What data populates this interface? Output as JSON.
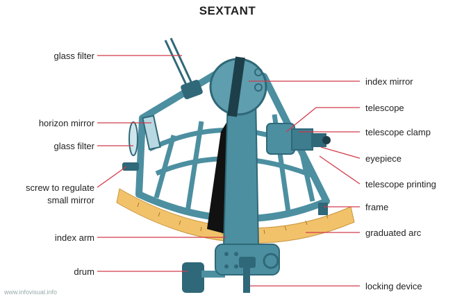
{
  "title": "SEXTANT",
  "labels_left": {
    "glass_filter_top": "glass filter",
    "horizon_mirror": "horizon mirror",
    "glass_filter": "glass filter",
    "screw_line1": "screw to regulate",
    "screw_line2": "small mirror",
    "index_arm": "index arm",
    "drum": "drum"
  },
  "labels_right": {
    "index_mirror": "index mirror",
    "telescope": "telescope",
    "telescope_clamp": "telescope clamp",
    "eyepiece": "eyepiece",
    "telescope_printing": "telescope printing",
    "frame": "frame",
    "graduated_arc": "graduated arc",
    "locking_device": "locking device"
  },
  "watermark": "www.infovisual.info",
  "colors": {
    "frame": "#4c8fa0",
    "frame_dark": "#2f6878",
    "arc": "#f2c26b",
    "leader": "#d23a4a",
    "shadow": "#111111"
  }
}
